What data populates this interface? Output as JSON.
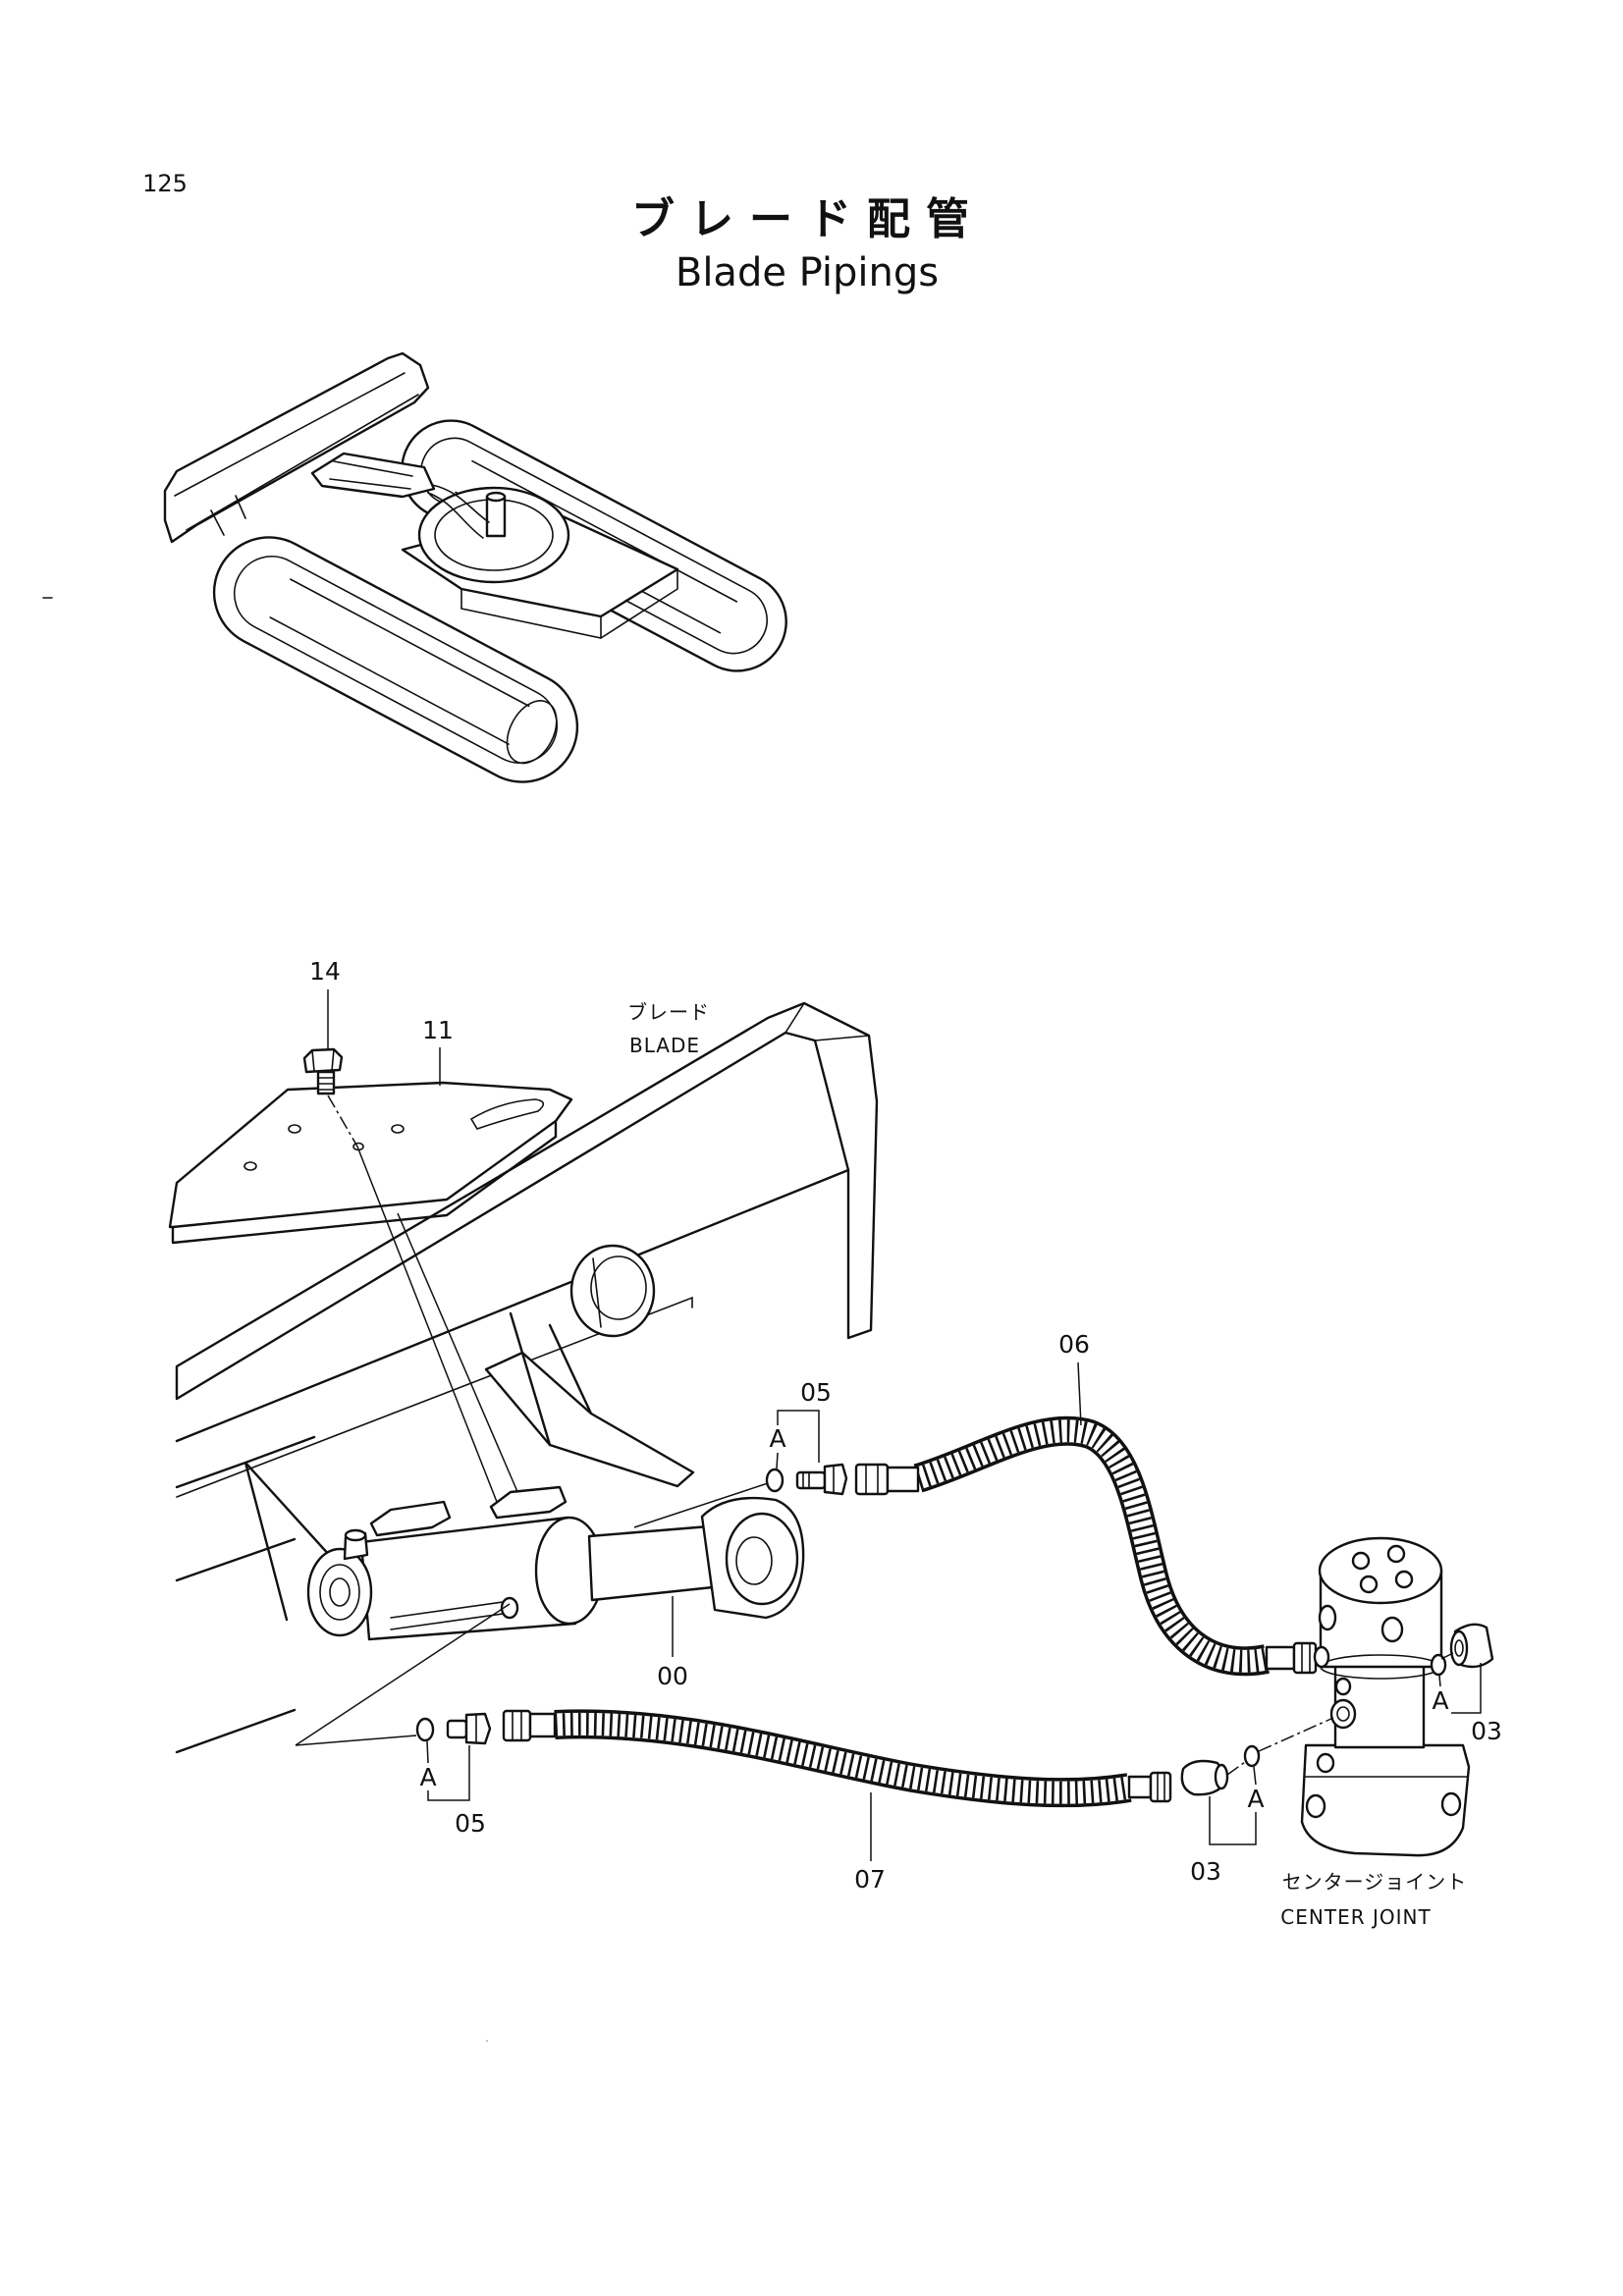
{
  "page": {
    "number": "125",
    "title_ja": "ブレード配管",
    "title_en": "Blade Pipings"
  },
  "labels": {
    "blade_ja": "ブレード",
    "blade_en": "BLADE",
    "center_joint_ja": "センタージョイント",
    "center_joint_en": "CENTER JOINT"
  },
  "callouts": {
    "bolt": "14",
    "bracket_plate": "11",
    "hose_upper": "06",
    "adapter_upper": "05",
    "oring_upper": "A",
    "cylinder": "00",
    "oring_lower": "A",
    "adapter_lower": "05",
    "hose_lower": "07",
    "elbow_lower": "03",
    "oring_elbow_lower": "A",
    "oring_elbow_right": "A",
    "elbow_right": "03"
  }
}
